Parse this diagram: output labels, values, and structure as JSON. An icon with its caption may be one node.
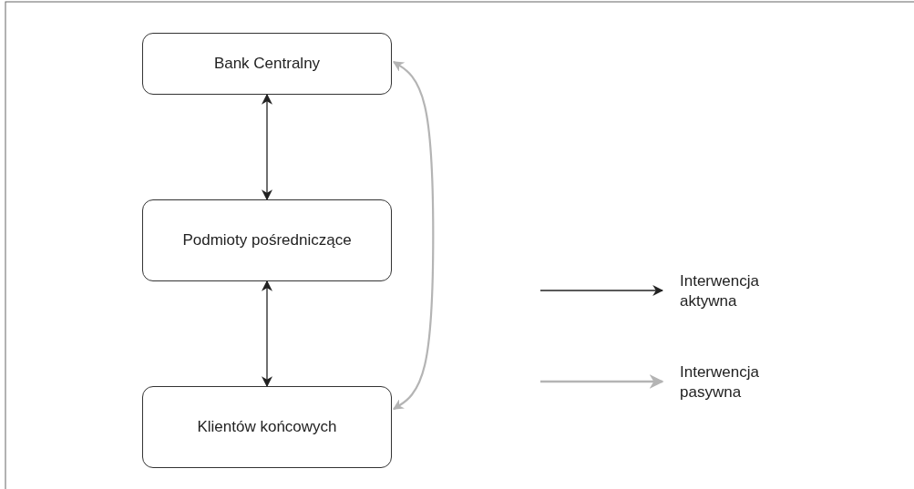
{
  "diagram": {
    "nodes": [
      {
        "text": [
          "Bank Centralny"
        ]
      },
      {
        "text": [
          "Podmioty pośredniczące"
        ]
      },
      {
        "text": [
          "Klientów końcowych"
        ]
      }
    ],
    "edges": [
      {
        "from": 0,
        "to": 1,
        "arrow": "both"
      },
      {
        "from": 1,
        "to": 2,
        "arrow": "both"
      },
      {
        "from": 2,
        "to": 0,
        "arrow": "both",
        "color": "#b4b4b4"
      }
    ],
    "legend": [
      {
        "text": "Interwencja aktywna"
      },
      {
        "text": "Interwencja pasywna"
      }
    ]
  }
}
